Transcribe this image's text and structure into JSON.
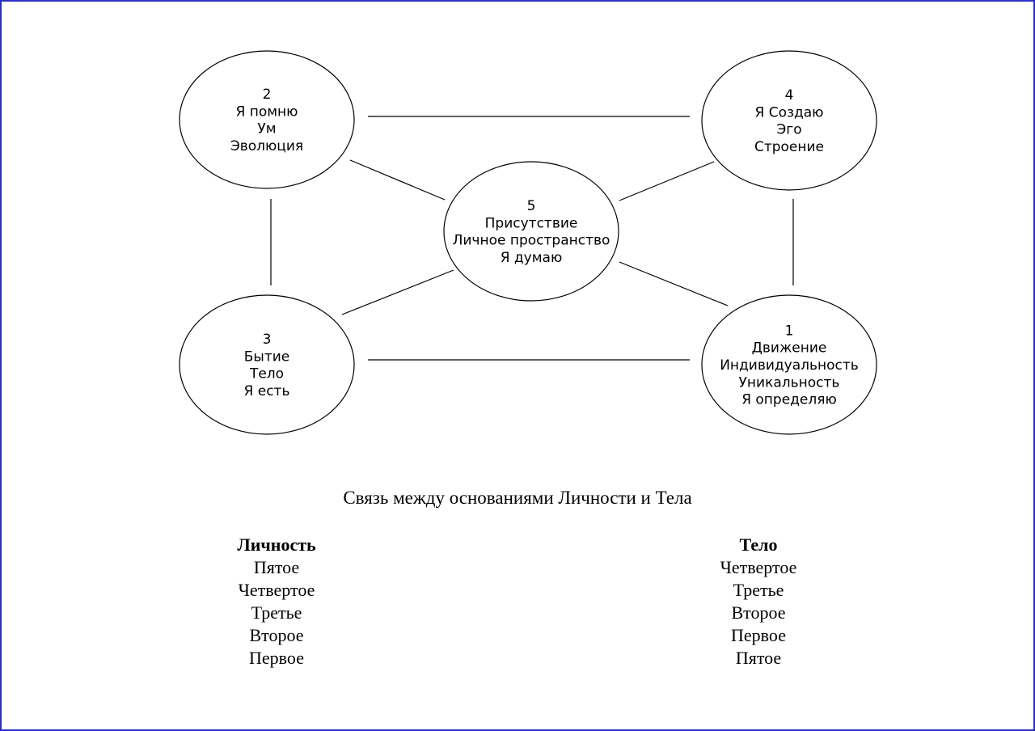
{
  "diagram": {
    "nodes": [
      {
        "id": "n2",
        "lines": [
          "2",
          "Я помню",
          "Ум",
          "Эволюция"
        ]
      },
      {
        "id": "n4",
        "lines": [
          "4",
          "Я Создаю",
          "Эго",
          "Строение"
        ]
      },
      {
        "id": "n5",
        "lines": [
          "5",
          "Присутствие",
          "Личное пространство",
          "Я думаю"
        ]
      },
      {
        "id": "n3",
        "lines": [
          "3",
          "Бытие",
          "Тело",
          "Я есть"
        ]
      },
      {
        "id": "n1",
        "lines": [
          "1",
          "Движение",
          "Индивидуальность",
          "Уникальность",
          "Я определяю"
        ]
      }
    ],
    "edges": [
      [
        "n2",
        "n4"
      ],
      [
        "n2",
        "n3"
      ],
      [
        "n4",
        "n1"
      ],
      [
        "n3",
        "n1"
      ],
      [
        "n2",
        "n5"
      ],
      [
        "n4",
        "n5"
      ],
      [
        "n3",
        "n5"
      ],
      [
        "n1",
        "n5"
      ]
    ]
  },
  "caption": "Связь между основаниями Личности и Тела",
  "table": {
    "left": {
      "header": "Личность",
      "items": [
        "Пятое",
        "Четвертое",
        "Третье",
        "Второе",
        "Первое"
      ]
    },
    "right": {
      "header": "Тело",
      "items": [
        "Четвертое",
        "Третье",
        "Второе",
        "Первое",
        "Пятое"
      ]
    }
  },
  "colors": {
    "border": "#2a2ec8",
    "stroke": "#000000",
    "background": "#ffffff"
  }
}
